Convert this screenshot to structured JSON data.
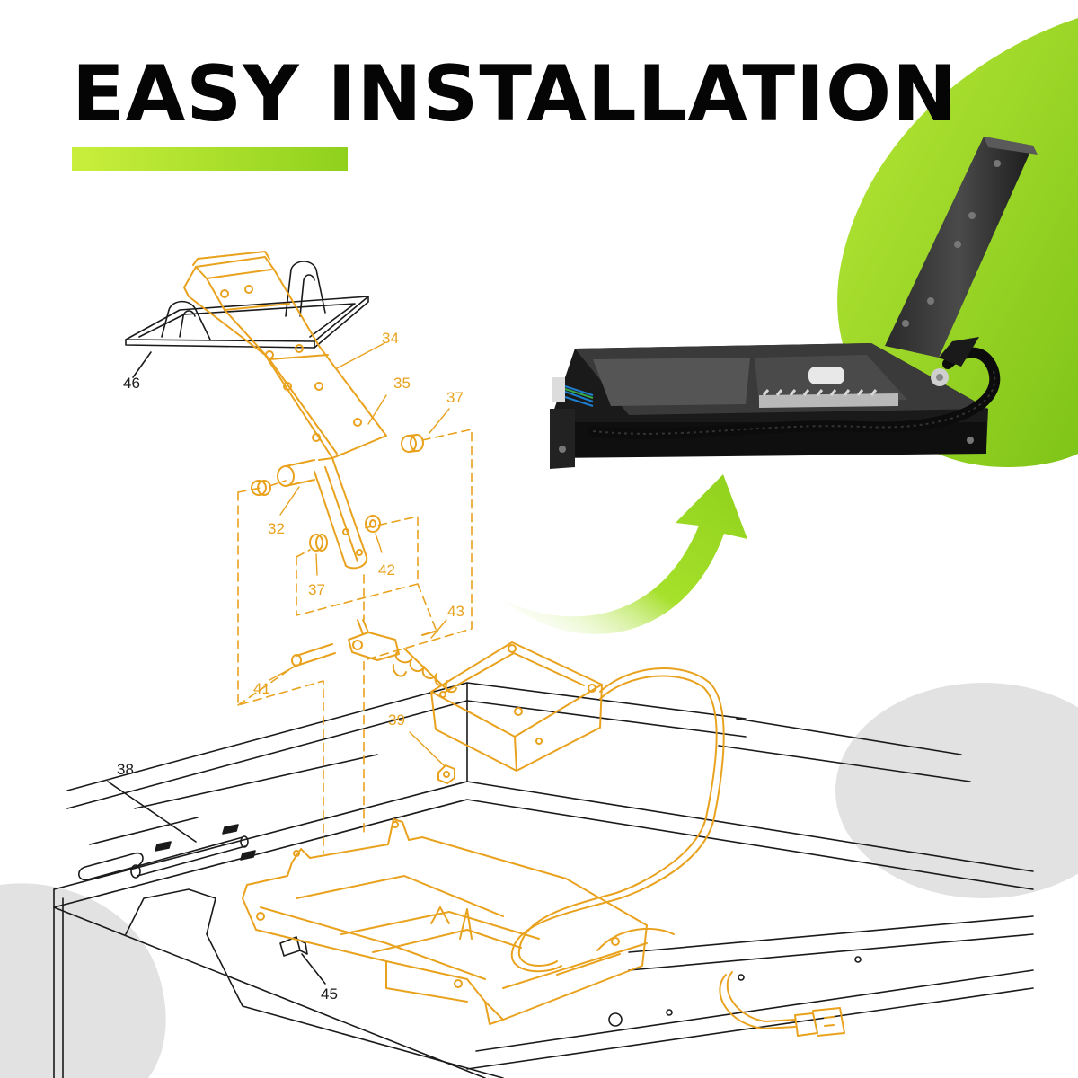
{
  "headline": {
    "text": "EASY INSTALLATION"
  },
  "colors": {
    "accent_green": "#8fd11d",
    "accent_green_light": "#c9ef3c",
    "orange_highlight": "#e9a21e",
    "gray_blob": "#e2e2e2",
    "line_dark": "#1a1a1a",
    "pedal_black": "#111111"
  },
  "callouts": [
    {
      "id": "46",
      "label": "46",
      "color": "dark"
    },
    {
      "id": "34",
      "label": "34",
      "color": "orange"
    },
    {
      "id": "35",
      "label": "35",
      "color": "orange"
    },
    {
      "id": "37a",
      "label": "37",
      "color": "orange"
    },
    {
      "id": "32",
      "label": "32",
      "color": "orange"
    },
    {
      "id": "37b",
      "label": "37",
      "color": "orange"
    },
    {
      "id": "42",
      "label": "42",
      "color": "orange"
    },
    {
      "id": "43",
      "label": "43",
      "color": "orange"
    },
    {
      "id": "41",
      "label": "41",
      "color": "orange"
    },
    {
      "id": "39",
      "label": "39",
      "color": "orange"
    },
    {
      "id": "38",
      "label": "38",
      "color": "dark"
    },
    {
      "id": "45",
      "label": "45",
      "color": "dark"
    }
  ],
  "icons": [
    "curved-arrow-icon",
    "accelerator-pedal-photo"
  ]
}
